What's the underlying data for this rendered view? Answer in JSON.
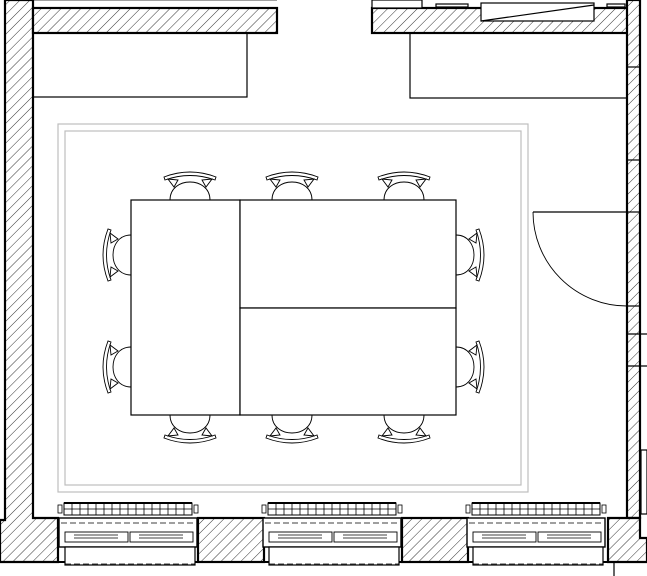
{
  "plan": {
    "colors": {
      "line": "#000000",
      "rug": "#bdbdbd",
      "background": "#ffffff"
    },
    "chairs_count": 10,
    "radiators_count": 3,
    "windows_count": 3,
    "icons": [
      "chair-icon",
      "radiator-icon",
      "window-icon",
      "door-swing-icon"
    ]
  }
}
